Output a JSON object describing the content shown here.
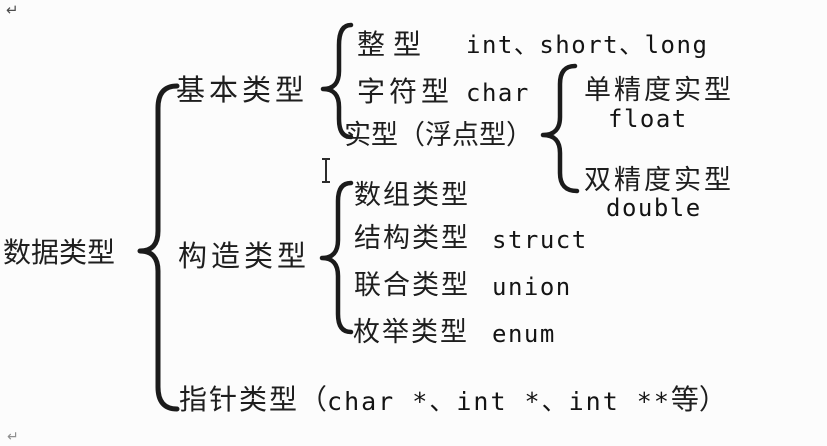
{
  "colors": {
    "ink": "#1e1e1e",
    "background": "#fcfcfc"
  },
  "marks": {
    "return_symbol": "↵"
  },
  "diagram": {
    "root": {
      "label": "数据类型"
    },
    "basic": {
      "label": "基本类型",
      "rows": [
        {
          "zh": "整型",
          "code": "int、short、long"
        },
        {
          "zh": "字符型",
          "code": "char"
        },
        {
          "zh": "实型（浮点型）",
          "code": ""
        }
      ],
      "real": {
        "items": [
          {
            "zh": "单精度实型",
            "code": "float"
          },
          {
            "zh": "双精度实型",
            "code": "double"
          }
        ]
      }
    },
    "construct": {
      "label": "构造类型",
      "rows": [
        {
          "zh": "数组类型",
          "code": ""
        },
        {
          "zh": "结构类型",
          "code": "struct"
        },
        {
          "zh": "联合类型",
          "code": "union"
        },
        {
          "zh": "枚举类型",
          "code": "enum"
        }
      ]
    },
    "pointer": {
      "zh": "指针类型",
      "open": "（",
      "code": "char *、int *、int **",
      "close": "等）"
    }
  }
}
